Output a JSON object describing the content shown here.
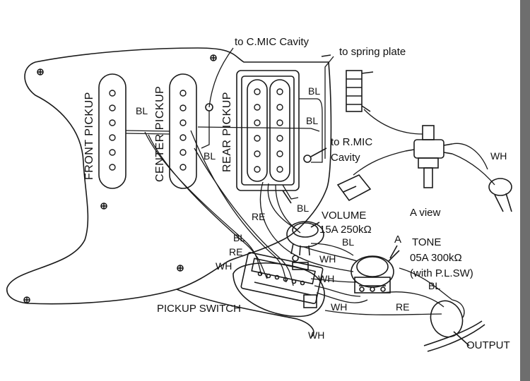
{
  "labels": {
    "front_pickup": "FRONT PICKUP",
    "center_pickup": "CENTER PICKUP",
    "rear_pickup": "REAR PICKUP",
    "to_cmic": "to C.MIC Cavity",
    "to_spring": "to spring plate",
    "to_rmic_1": "to R.MIC",
    "to_rmic_2": "Cavity",
    "volume_1": "VOLUME",
    "volume_2": "15A 250kΩ",
    "tone_1": "TONE",
    "tone_2": "05A 300kΩ",
    "tone_3": "(with P.L.SW)",
    "a_marker": "A",
    "a_view": "A view",
    "pickup_switch": "PICKUP  SWITCH",
    "output": "OUTPUT"
  },
  "wire_labels": {
    "bl_front": "BL",
    "bl_center": "BL",
    "bl_rear_top": "BL",
    "bl_rear_mid": "BL",
    "bl_below_rear": "BL",
    "re_below_rear": "RE",
    "bl_switch": "BL",
    "re_switch": "RE",
    "wh_switch": "WH",
    "bl_vol": "BL",
    "wh_vol": "WH",
    "wh_tone_1": "WH",
    "wh_tone_2": "WH",
    "bl_tone": "BL",
    "re_output": "RE",
    "wh_bottom": "WH",
    "wh_aview": "WH"
  },
  "colors": {
    "line": "#1a1a1a",
    "background": "#ffffff",
    "frame": "#6e6e6e"
  }
}
